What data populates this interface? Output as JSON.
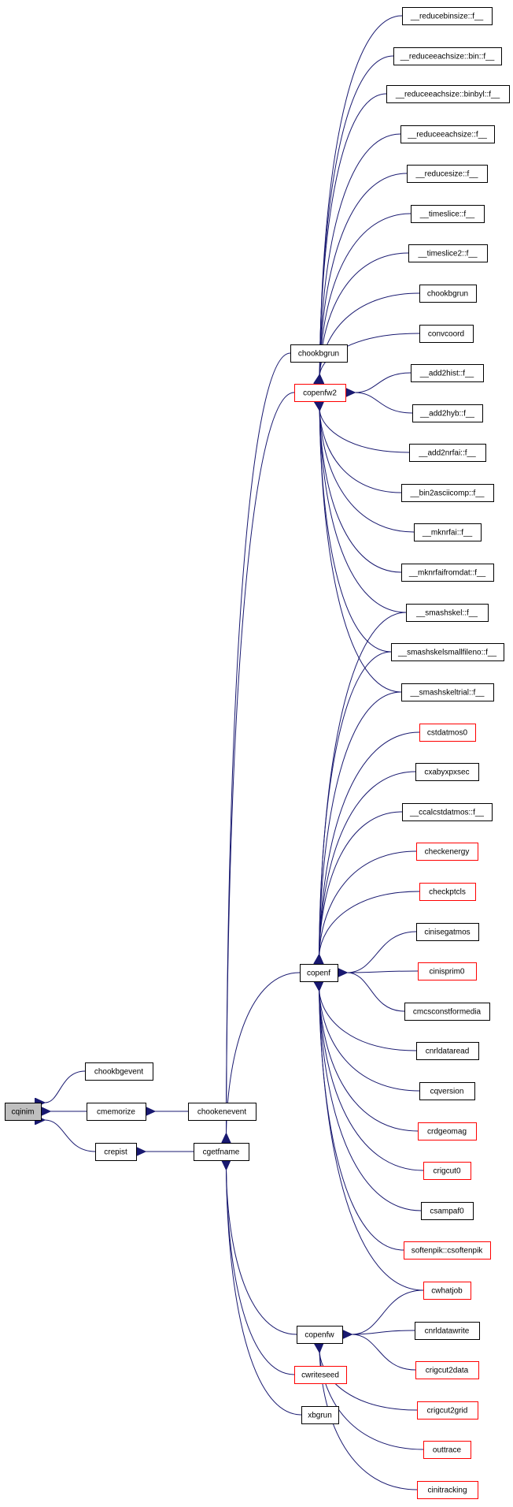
{
  "nodes": {
    "cqinim": "cqinim",
    "chookbgevent": "chookbgevent",
    "cmemorize": "cmemorize",
    "crepist": "crepist",
    "chookenevent": "chookenevent",
    "cgetfname": "cgetfname",
    "chookbgrun_1": "chookbgrun",
    "copenfw2": "copenfw2",
    "copenf": "copenf",
    "copenfw": "copenfw",
    "cwriteseed": "cwriteseed",
    "xbgrun": "xbgrun",
    "reducebinsize": "__reducebinsize::f__",
    "reduceeachsize_bin": "__reduceeachsize::bin::f__",
    "reduceeachsize_binbyl": "__reduceeachsize::binbyl::f__",
    "reduceeachsize": "__reduceeachsize::f__",
    "reducesize": "__reducesize::f__",
    "timeslice": "__timeslice::f__",
    "timeslice2": "__timeslice2::f__",
    "chookbgrun_2": "chookbgrun",
    "convcoord": "convcoord",
    "add2hist": "__add2hist::f__",
    "add2hyb": "__add2hyb::f__",
    "add2nrfai": "__add2nrfai::f__",
    "bin2asciicomp": "__bin2asciicomp::f__",
    "mknrfai": "__mknrfai::f__",
    "mknrfaifromdat": "__mknrfaifromdat::f__",
    "smashskel": "__smashskel::f__",
    "smashskelsmallfileno": "__smashskelsmallfileno::f__",
    "smashskeltrial": "__smashskeltrial::f__",
    "cstdatmos0": "cstdatmos0",
    "cxabyxpxsec": "cxabyxpxsec",
    "ccalcstdatmos": "__ccalcstdatmos::f__",
    "checkenergy": "checkenergy",
    "checkptcls": "checkptcls",
    "cinisegatmos": "cinisegatmos",
    "cinisprim0": "cinisprim0",
    "cmcsconstformedia": "cmcsconstformedia",
    "cnrldataread": "cnrldataread",
    "cqversion": "cqversion",
    "crdgeomag": "crdgeomag",
    "crigcut0": "crigcut0",
    "csampaf0": "csampaf0",
    "softenpik": "softenpik::csoftenpik",
    "cwhatjob": "cwhatjob",
    "cnrldatawrite": "cnrldatawrite",
    "crigcut2data": "crigcut2data",
    "crigcut2grid": "crigcut2grid",
    "outtrace": "outtrace",
    "cinitracking": "cinitracking"
  },
  "colors": {
    "edge": "#191970",
    "red_border": "#ff0000",
    "root_fill": "#bfbfbf"
  }
}
